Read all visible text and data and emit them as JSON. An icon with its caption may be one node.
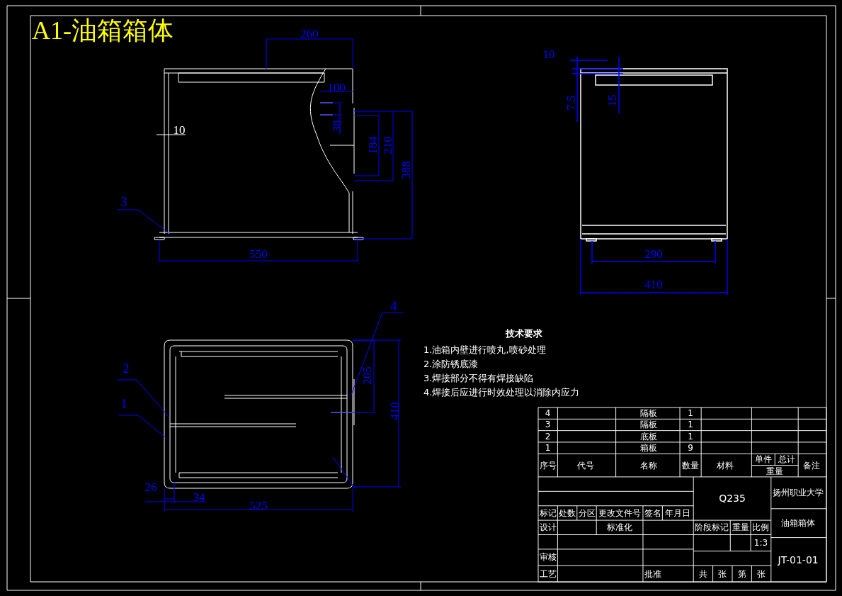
{
  "diagram": {
    "title": "A1-油箱箱体",
    "nodes": [
      {
        "text": [
          "3"
        ]
      },
      {
        "text": [
          "2"
        ]
      },
      {
        "text": [
          "1"
        ]
      },
      {
        "text": [
          "4"
        ]
      }
    ],
    "edges": [
      {
        "from": 0,
        "to": null,
        "arrow": "none"
      },
      {
        "from": 1,
        "to": null,
        "arrow": "none"
      },
      {
        "from": 2,
        "to": null,
        "arrow": "none"
      },
      {
        "from": 3,
        "to": null,
        "arrow": "none"
      }
    ],
    "labels": [
      "260",
      "10",
      "100",
      "7.5",
      "15",
      "38",
      "184",
      "210",
      "388",
      "10",
      "550",
      "290",
      "410",
      "205",
      "410",
      "26",
      "34",
      "525",
      "技术要求",
      "1.油箱内壁进行喷丸,喷砂处理",
      "2.涂防锈底漆",
      "3.焊接部分不得有焊接缺陷",
      "4.焊接后应进行时效处理以消除内应力",
      "4",
      "隔板",
      "1",
      "3",
      "隔板",
      "1",
      "2",
      "底板",
      "1",
      "1",
      "箱板",
      "9",
      "序号",
      "代号",
      "名称",
      "数量",
      "材料",
      "单件",
      "总计",
      "备注",
      "重量",
      "Q235",
      "扬州职业大学",
      "标记",
      "处数",
      "分区",
      "更改文件号",
      "签名",
      "年月日",
      "设计",
      "标准化",
      "阶段标记",
      "重量",
      "比例",
      "油箱箱体",
      "1:3",
      "审核",
      "JT-01-01",
      "工艺",
      "批准",
      "共",
      "张",
      "第",
      "张"
    ]
  }
}
